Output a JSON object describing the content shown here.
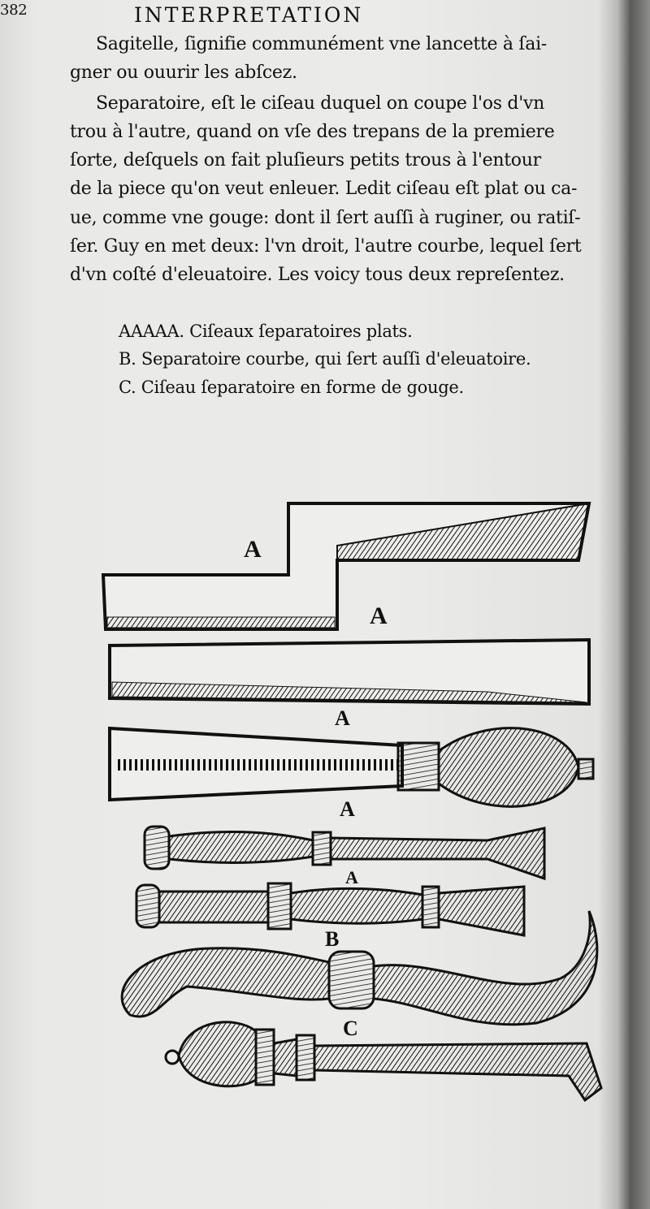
{
  "header": {
    "page_number": "382",
    "running_title": "INTERPRETATION"
  },
  "body": {
    "paragraph_1": [
      "Sagitelle, ſignifie communément vne lancette à ſai-",
      "gner ou ouurir les abſcez."
    ],
    "paragraph_2": [
      "Separatoire, eſt le ciſeau duquel on coupe l'os d'vn",
      "trou à l'autre, quand on vſe des trepans de la premiere",
      "ſorte, deſquels on fait pluſieurs petits trous à l'entour",
      "de la piece qu'on veut enleuer. Ledit ciſeau eſt plat ou ca-",
      "ue, comme vne gouge: dont il ſert auſſi à ruginer, ou ratiſ-",
      "ſer. Guy en met deux: l'vn droit, l'autre courbe, lequel ſert",
      "d'vn coſté d'eleuatoire. Les voicy tous deux repreſentez."
    ]
  },
  "legend": [
    "AAAAA. Ciſeaux ſeparatoires plats.",
    "B. Separatoire courbe, qui ſert auſſi d'eleuatoire.",
    "C. Ciſeau ſeparatoire en forme de gouge."
  ],
  "figure": {
    "labels": [
      "A",
      "A",
      "A",
      "A",
      "A",
      "B",
      "C"
    ]
  }
}
